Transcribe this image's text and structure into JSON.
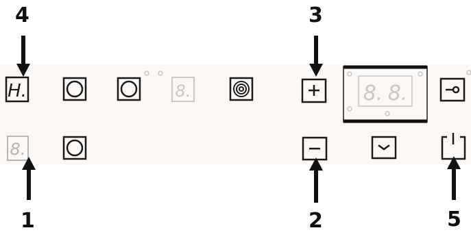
{
  "callouts": [
    {
      "id": "1",
      "label": "1"
    },
    {
      "id": "2",
      "label": "2"
    },
    {
      "id": "3",
      "label": "3"
    },
    {
      "id": "4",
      "label": "4"
    },
    {
      "id": "5",
      "label": "5"
    }
  ],
  "panel": {
    "zone_indicator_top": "H.",
    "zone_indicator_bottom": "8.",
    "zone_indicator_mid": "8.",
    "timer_digits": [
      "8.",
      "8."
    ]
  },
  "colors": {
    "panel_bg": "#fbf7f4",
    "stroke": "#1a1a1a",
    "ghost": "#c8c8c8",
    "timer_frame": "#111111"
  }
}
